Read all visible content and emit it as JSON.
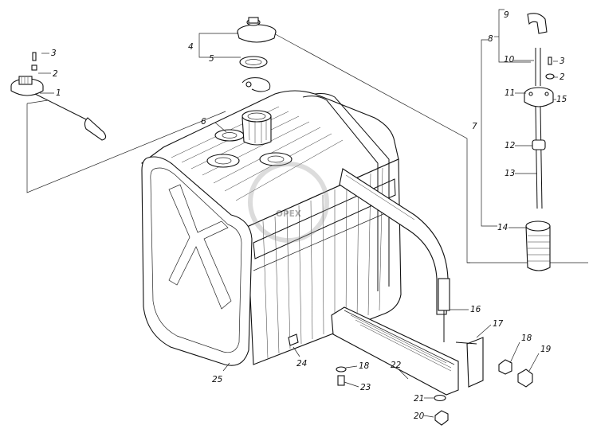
{
  "callouts": [
    {
      "id": "c1",
      "text": "1"
    },
    {
      "id": "c2l",
      "text": "2"
    },
    {
      "id": "c3l",
      "text": "3"
    },
    {
      "id": "c4",
      "text": "4"
    },
    {
      "id": "c5",
      "text": "5"
    },
    {
      "id": "c6",
      "text": "6"
    },
    {
      "id": "c7",
      "text": "7"
    },
    {
      "id": "c8",
      "text": "8"
    },
    {
      "id": "c9",
      "text": "9"
    },
    {
      "id": "c10",
      "text": "10"
    },
    {
      "id": "c3r",
      "text": "3"
    },
    {
      "id": "c2r",
      "text": "2"
    },
    {
      "id": "c11",
      "text": "11"
    },
    {
      "id": "c15",
      "text": "15"
    },
    {
      "id": "c12",
      "text": "12"
    },
    {
      "id": "c13",
      "text": "13"
    },
    {
      "id": "c14",
      "text": "14"
    },
    {
      "id": "c16",
      "text": "16"
    },
    {
      "id": "c17",
      "text": "17"
    },
    {
      "id": "c18a",
      "text": "18"
    },
    {
      "id": "c19",
      "text": "19"
    },
    {
      "id": "c18b",
      "text": "18"
    },
    {
      "id": "c22",
      "text": "22"
    },
    {
      "id": "c23",
      "text": "23"
    },
    {
      "id": "c21",
      "text": "21"
    },
    {
      "id": "c20",
      "text": "20"
    },
    {
      "id": "c24",
      "text": "24"
    },
    {
      "id": "c25",
      "text": "25"
    }
  ],
  "watermark": "OPEX",
  "colors": {
    "line": "#111111",
    "background": "#ffffff",
    "watermark": "#9a9a9a"
  }
}
